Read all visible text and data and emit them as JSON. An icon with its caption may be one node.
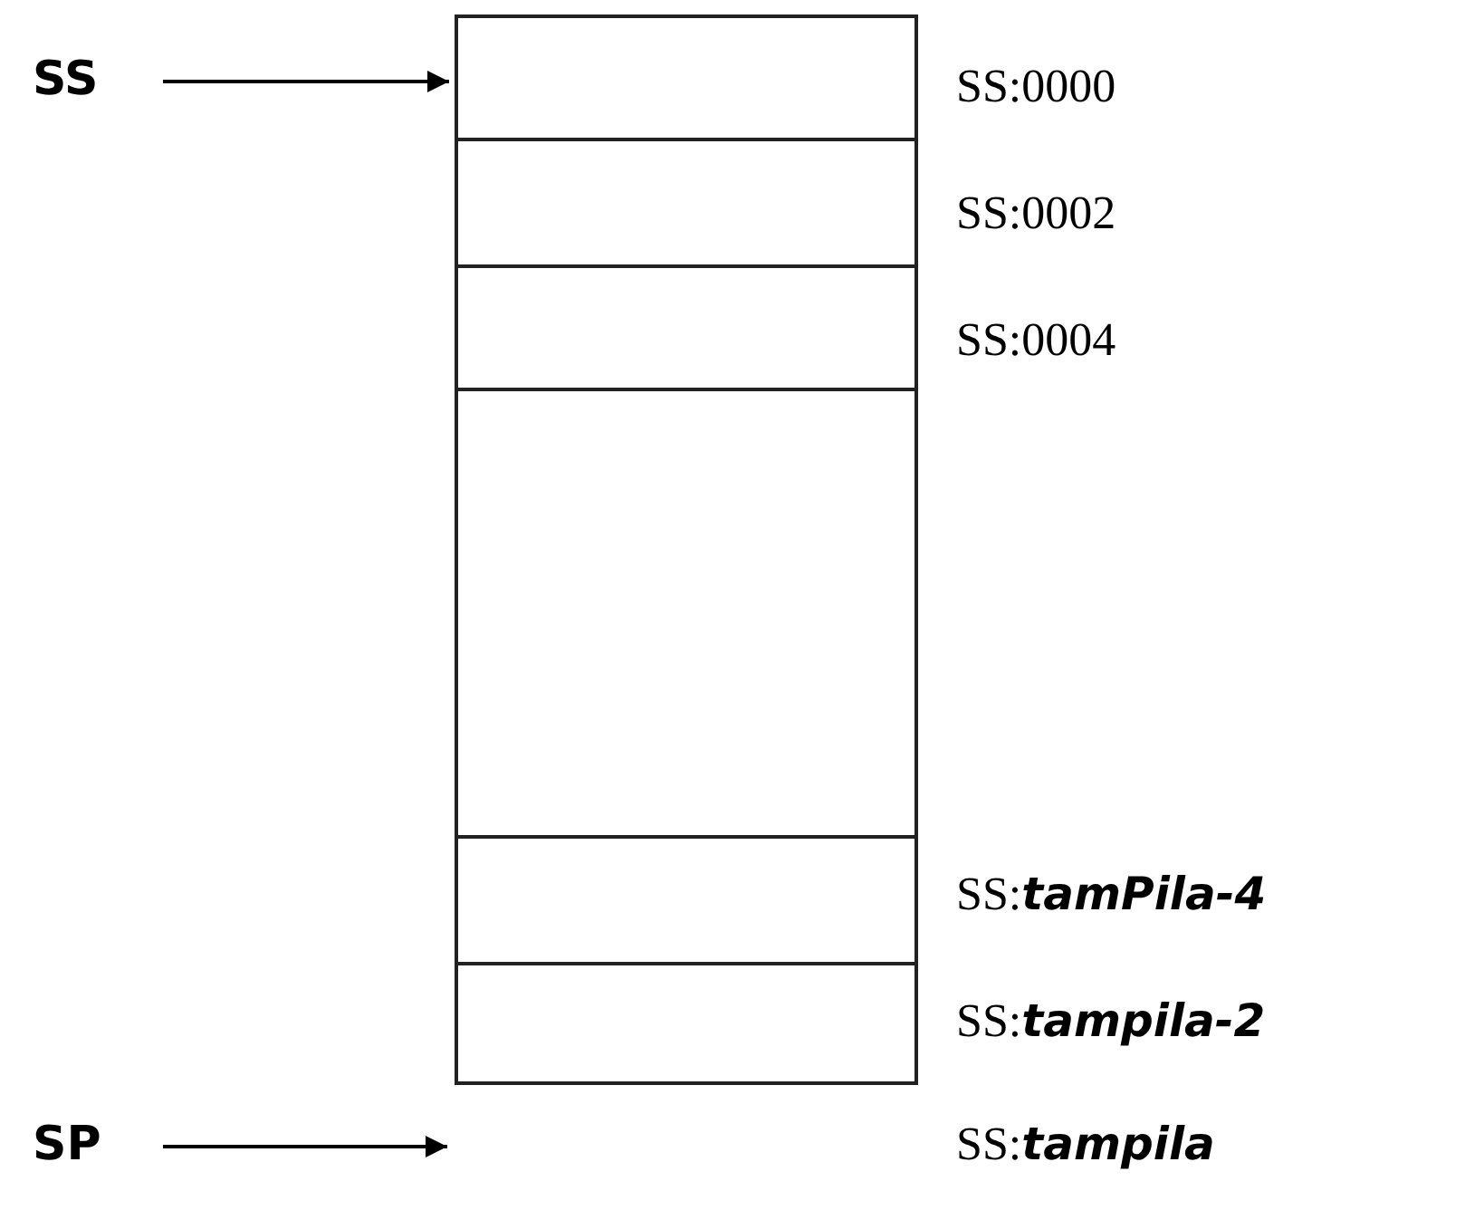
{
  "diagram": {
    "nodes": [
      {
        "text": [
          "SS"
        ]
      },
      {
        "text": [],
        "shape": "box"
      },
      {
        "text": [],
        "shape": "box"
      },
      {
        "text": [],
        "shape": "box"
      },
      {
        "text": [],
        "shape": "box"
      },
      {
        "text": [],
        "shape": "box"
      },
      {
        "text": [],
        "shape": "box"
      },
      {
        "text": [
          "SP"
        ]
      }
    ],
    "edges": [
      {
        "from": 0,
        "to": 1,
        "arrow": "to"
      },
      {
        "from": 7,
        "to": null,
        "arrow": "to"
      }
    ],
    "labels": [
      "SS:0000",
      "SS:0002",
      "SS:0004",
      "SS:**tamPila-4**",
      "SS:**tampila-2**",
      "SS:**tampila**"
    ]
  }
}
